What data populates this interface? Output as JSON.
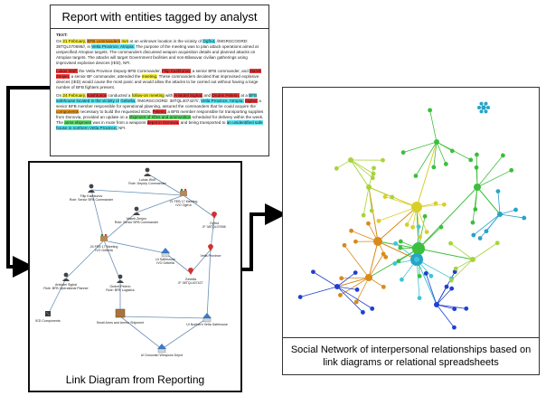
{
  "report": {
    "title": "Report with entities tagged by analyst",
    "text_label": "TEXT:",
    "p1": [
      {
        "t": "On ",
        "h": ""
      },
      {
        "t": "21 February,",
        "h": "hy"
      },
      {
        "t": " ",
        "h": ""
      },
      {
        "t": "BFB commanders",
        "h": "ho"
      },
      {
        "t": " ",
        "h": ""
      },
      {
        "t": "met",
        "h": "hy"
      },
      {
        "t": " at an unknown location in the vicinity of ",
        "h": ""
      },
      {
        "t": "Ogfrut,",
        "h": "hc"
      },
      {
        "t": " //MGRSCOORD: 38TQL070698//, in ",
        "h": ""
      },
      {
        "t": "Vetla Province, Atropia.",
        "h": "hc"
      },
      {
        "t": " The purpose of the meeting was to plan attack operations aimed at unspecified Atropian targets. The commanders discussed weapon acquisition details and planned attacks on Atropian targets. The attacks will target Government facilities and non-Bilasuvar civilian gatherings using improvised explosive devices (IED), NFI.",
        "h": ""
      }
    ],
    "p2": [
      {
        "t": "Lukas Wolf,",
        "h": "hr"
      },
      {
        "t": " the Vetla Province Deputy BFB Commander, ",
        "h": ""
      },
      {
        "t": "Filip Kashtunov,",
        "h": "hr"
      },
      {
        "t": " a senior BFB commander, and ",
        "h": ""
      },
      {
        "t": "Marek Zenjen,",
        "h": "hr"
      },
      {
        "t": " a senior BF commander, attended the ",
        "h": ""
      },
      {
        "t": "meeting.",
        "h": "hy"
      },
      {
        "t": " These commanders decided that improvised explosive devices (IED) would cause the most panic and would allow the attacks to be carried out without having a large number of BFB fighters present.",
        "h": ""
      }
    ],
    "p3": [
      {
        "t": "On ",
        "h": ""
      },
      {
        "t": "24 February,",
        "h": "hy"
      },
      {
        "t": " ",
        "h": ""
      },
      {
        "t": "Kashtunov",
        "h": "hr"
      },
      {
        "t": " conducted a ",
        "h": ""
      },
      {
        "t": "follow-on meeting",
        "h": "hy"
      },
      {
        "t": " with ",
        "h": ""
      },
      {
        "t": "Aristotel Sighal,",
        "h": "hr"
      },
      {
        "t": " and ",
        "h": ""
      },
      {
        "t": "Ondrei Pelenn,",
        "h": "hr"
      },
      {
        "t": " at a ",
        "h": ""
      },
      {
        "t": "BFB safehouse located in the vicinity of",
        "h": "hc"
      },
      {
        "t": " ",
        "h": ""
      },
      {
        "t": "Gebella,",
        "h": "hc"
      },
      {
        "t": " //MGRSCOORD: 38TQL407427//, ",
        "h": ""
      },
      {
        "t": "Vetla Province, Atropia.",
        "h": "hc"
      },
      {
        "t": " ",
        "h": ""
      },
      {
        "t": "Sighal,",
        "h": "hr"
      },
      {
        "t": " a senior BFB member responsible for operational planning, assured the commanders that he could acquire the ",
        "h": ""
      },
      {
        "t": "components",
        "h": "ho"
      },
      {
        "t": " necessary to build the requested IEDs. ",
        "h": ""
      },
      {
        "t": "Pelenn,",
        "h": "hr"
      },
      {
        "t": " a BFB member responsible for transporting supplies from Donovia, provided an update on a ",
        "h": ""
      },
      {
        "t": "shipment of rifles and ammunition",
        "h": "hg"
      },
      {
        "t": " scheduled for delivery within the week. The ",
        "h": ""
      },
      {
        "t": "arms shipment",
        "h": "hg"
      },
      {
        "t": " was in route from a weapons ",
        "h": ""
      },
      {
        "t": "depot in Donovia,",
        "h": "hr"
      },
      {
        "t": " and being transported to ",
        "h": ""
      },
      {
        "t": "an unidentified safe house in northern Vetla Province,",
        "h": "hc"
      },
      {
        "t": " NFI.",
        "h": ""
      }
    ]
  },
  "link_diagram": {
    "title": "Link Diagram from Reporting",
    "nodes": [
      {
        "id": "wolf",
        "label": "Lukas Wolf",
        "sub": "Role: Deputy Commander",
        "icon": "person"
      },
      {
        "id": "kash",
        "label": "Filip Kashtunov",
        "sub": "Role: Senior BFB Commander",
        "icon": "person"
      },
      {
        "id": "m21",
        "label": "21 FEB 17 Meeting",
        "sub": "IVO Ogfrut",
        "icon": "meeting"
      },
      {
        "id": "zen",
        "label": "Marek Zenjen",
        "sub": "Role: Senior BFB Commander",
        "icon": "person"
      },
      {
        "id": "ogf",
        "label": "Ogfrut",
        "sub": "IF 38TQL07698",
        "icon": "pin"
      },
      {
        "id": "m24",
        "label": "24 FEB 17 Meeting",
        "sub": "IVO Gebella",
        "icon": "meeting"
      },
      {
        "id": "safe",
        "label": "UI Safehouse",
        "sub": "IVO Gebella",
        "icon": "house"
      },
      {
        "id": "vetla",
        "label": "Vetla Province",
        "sub": "",
        "icon": "pin"
      },
      {
        "id": "geb",
        "label": "Gebella",
        "sub": "IF 38TQL407427",
        "icon": "pin"
      },
      {
        "id": "sig",
        "label": "Aristotel Sighal",
        "sub": "Role: BFB Operational Planner",
        "icon": "person"
      },
      {
        "id": "pel",
        "label": "Ondrei Pelenn",
        "sub": "Role: BFB Logistics",
        "icon": "person"
      },
      {
        "id": "ied",
        "label": "IED Components",
        "sub": "",
        "icon": "box"
      },
      {
        "id": "arms",
        "label": "Small Arms and Ammo Shipment",
        "sub": "",
        "icon": "crate"
      },
      {
        "id": "north",
        "label": "UI Northern Vetla Safehouse",
        "sub": "",
        "icon": "house"
      },
      {
        "id": "depot",
        "label": "UI Donovian Weapons Depot",
        "sub": "",
        "icon": "house"
      }
    ]
  },
  "social_network": {
    "title": "Social Network of interpersonal relationships based on link diagrams or relational spreadsheets"
  },
  "colors": {
    "arrow": "#000000",
    "node_green": "#3cbf3c",
    "node_lime": "#a7d43a",
    "node_yellow": "#d8cf2a",
    "node_orange": "#d98a1a",
    "node_blue": "#1f3fd0",
    "node_cyan": "#3fc4d8",
    "node_teal": "#29a3c7"
  }
}
